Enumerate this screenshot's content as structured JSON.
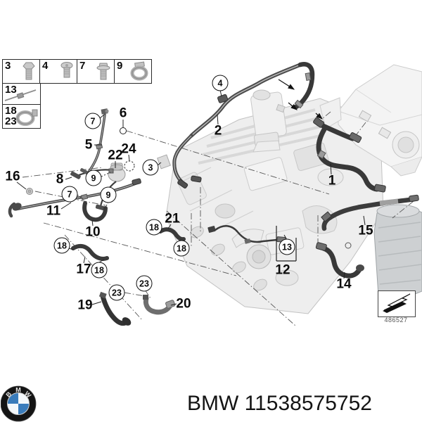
{
  "legend": {
    "items": [
      {
        "number": "3",
        "icon": "hex-bolt"
      },
      {
        "number": "4",
        "icon": "pan-screw"
      },
      {
        "number": "7",
        "icon": "flange-bolt"
      },
      {
        "number": "9",
        "icon": "pipe-clamp"
      },
      {
        "number": "13",
        "icon": "cable-clip"
      },
      {
        "number": "18",
        "icon": "hose-clamp"
      },
      {
        "number": "23",
        "icon": "hose-clamp"
      }
    ]
  },
  "callouts": {
    "1": "1",
    "2": "2",
    "3": "3",
    "4": "4",
    "5": "5",
    "6": "6",
    "7": "7",
    "8": "8",
    "9": "9",
    "10": "10",
    "11": "11",
    "12": "12",
    "13": "13",
    "14": "14",
    "15": "15",
    "16": "16",
    "17": "17",
    "18": "18",
    "19": "19",
    "20": "20",
    "21": "21",
    "22": "22",
    "23": "23",
    "24": "24"
  },
  "ref_box": {
    "number": "486527"
  },
  "footer": {
    "label": "BMW 11538575752",
    "logo_letters": {
      "b": "B",
      "m": "M",
      "w": "W"
    }
  },
  "colors": {
    "bmw_blue": "#3a7cbb",
    "hose_dark": "#3a3a3a",
    "engine_gray": "#ececec"
  }
}
